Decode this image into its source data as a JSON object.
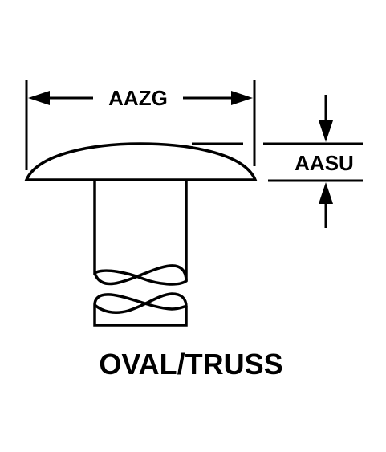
{
  "dimensions": {
    "head_diameter_label": "AAZG",
    "head_height_label": "AASU"
  },
  "caption": "OVAL/TRUSS",
  "colors": {
    "ink": "#000000",
    "background": "#ffffff"
  }
}
